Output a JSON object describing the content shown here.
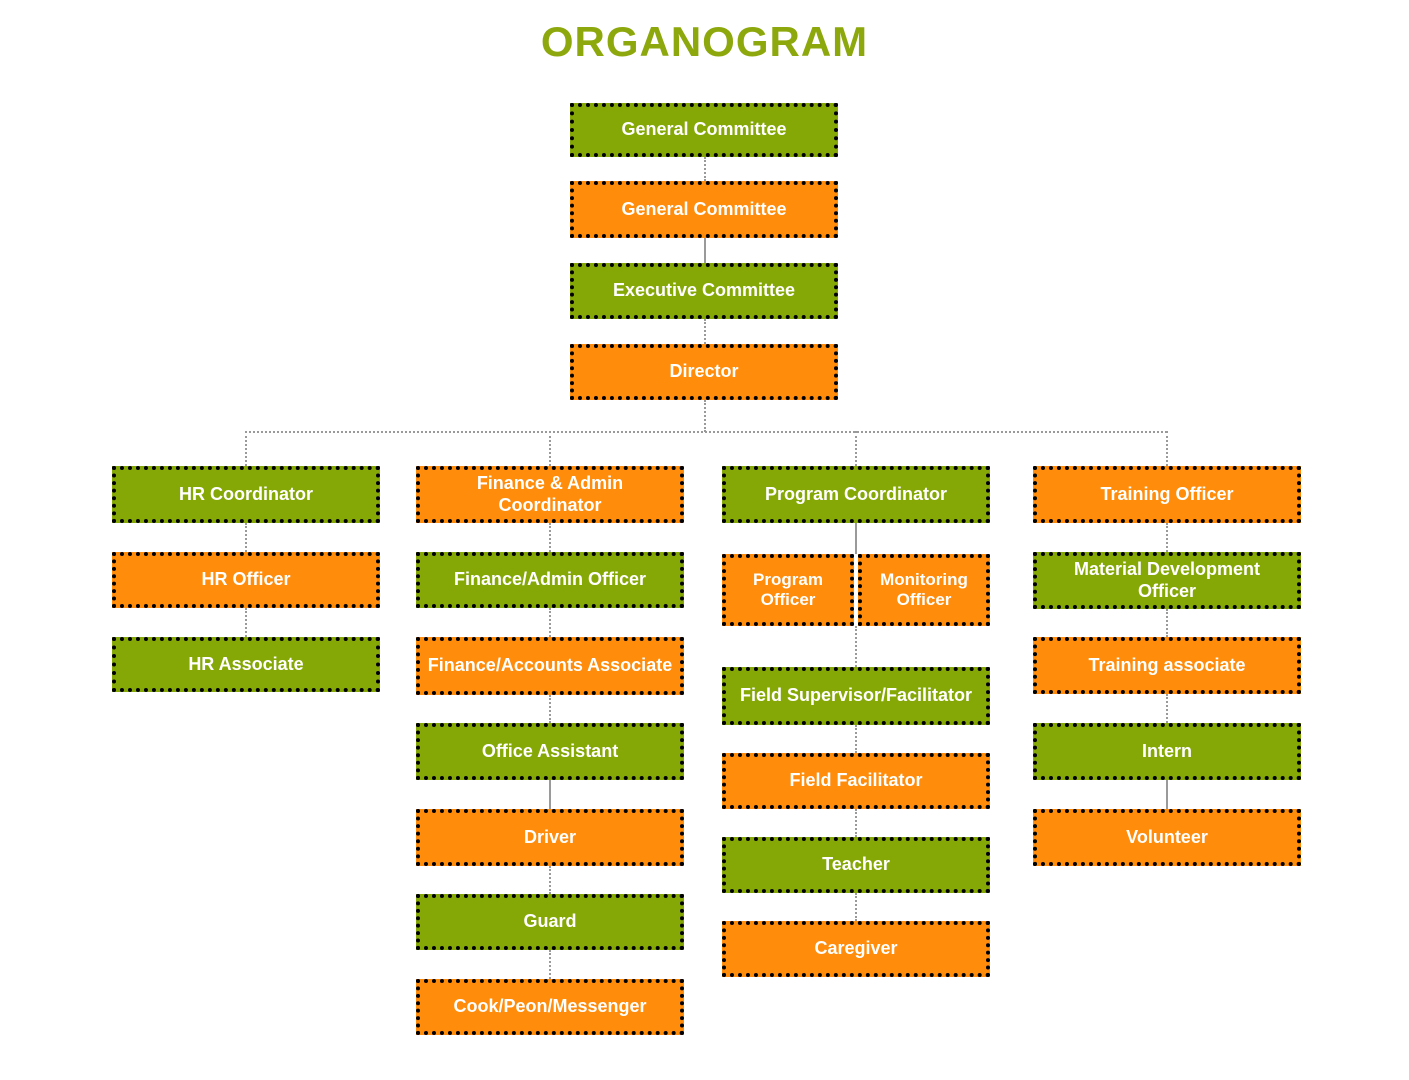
{
  "title": "ORGANOGRAM",
  "colors": {
    "green": "#85a806",
    "orange": "#ff8c0a",
    "title_green": "#8da80c",
    "border": "#000000",
    "connector": "#9a9a9a",
    "text": "#ffffff",
    "background": "#ffffff"
  },
  "chart_data": {
    "type": "diagram",
    "title": "ORGANOGRAM",
    "layout": "organizational-chart",
    "spine": [
      {
        "id": "general-committee-1",
        "label": "General Committee",
        "color": "green"
      },
      {
        "id": "general-committee-2",
        "label": "General Committee",
        "color": "orange"
      },
      {
        "id": "executive-committee",
        "label": "Executive Committee",
        "color": "green"
      },
      {
        "id": "director",
        "label": "Director",
        "color": "orange"
      }
    ],
    "columns": [
      {
        "id": "hr",
        "head": "HR Coordinator",
        "nodes": [
          {
            "id": "hr-coordinator",
            "label": "HR Coordinator",
            "color": "green"
          },
          {
            "id": "hr-officer",
            "label": "HR Officer",
            "color": "orange"
          },
          {
            "id": "hr-associate",
            "label": "HR Associate",
            "color": "green"
          }
        ]
      },
      {
        "id": "finance-admin",
        "head": "Finance & Admin Coordinator",
        "nodes": [
          {
            "id": "finance-admin-coordinator",
            "label": "Finance & Admin Coordinator",
            "color": "orange"
          },
          {
            "id": "finance-admin-officer",
            "label": "Finance/Admin Officer",
            "color": "green"
          },
          {
            "id": "finance-accounts-associate",
            "label": "Finance/Accounts Associate",
            "color": "orange"
          },
          {
            "id": "office-assistant",
            "label": "Office Assistant",
            "color": "green"
          },
          {
            "id": "driver",
            "label": "Driver",
            "color": "orange"
          },
          {
            "id": "guard",
            "label": "Guard",
            "color": "green"
          },
          {
            "id": "cook-peon-messenger",
            "label": "Cook/Peon/Messenger",
            "color": "orange"
          }
        ]
      },
      {
        "id": "program",
        "head": "Program Coordinator",
        "nodes": [
          {
            "id": "program-coordinator",
            "label": "Program Coordinator",
            "color": "green"
          },
          {
            "id": "program-officer",
            "label": "Program Officer",
            "color": "orange"
          },
          {
            "id": "monitoring-officer",
            "label": "Monitoring Officer",
            "color": "orange"
          },
          {
            "id": "field-supervisor-facilitator",
            "label": "Field Supervisor/Facilitator",
            "color": "green"
          },
          {
            "id": "field-facilitator",
            "label": "Field Facilitator",
            "color": "orange"
          },
          {
            "id": "teacher",
            "label": "Teacher",
            "color": "green"
          },
          {
            "id": "caregiver",
            "label": "Caregiver",
            "color": "orange"
          }
        ]
      },
      {
        "id": "training",
        "head": "Training Officer",
        "nodes": [
          {
            "id": "training-officer",
            "label": "Training Officer",
            "color": "orange"
          },
          {
            "id": "material-development-officer",
            "label": "Material Development Officer",
            "color": "green"
          },
          {
            "id": "training-associate",
            "label": "Training associate",
            "color": "orange"
          },
          {
            "id": "intern",
            "label": "Intern",
            "color": "green"
          },
          {
            "id": "volunteer",
            "label": "Volunteer",
            "color": "orange"
          }
        ]
      }
    ]
  },
  "nodes": {
    "general_committee_1": "General Committee",
    "general_committee_2": "General Committee",
    "executive_committee": "Executive Committee",
    "director": "Director",
    "hr_coordinator": "HR Coordinator",
    "hr_officer": "HR Officer",
    "hr_associate": "HR Associate",
    "finance_admin_coordinator": "Finance & Admin Coordinator",
    "finance_admin_officer": "Finance/Admin Officer",
    "finance_accounts_associate": "Finance/Accounts Associate",
    "office_assistant": "Office Assistant",
    "driver": "Driver",
    "guard": "Guard",
    "cook_peon_messenger": "Cook/Peon/Messenger",
    "program_coordinator": "Program Coordinator",
    "program_officer": "Program Officer",
    "monitoring_officer": "Monitoring Officer",
    "field_supervisor_facilitator": "Field Supervisor/Facilitator",
    "field_facilitator": "Field Facilitator",
    "teacher": "Teacher",
    "caregiver": "Caregiver",
    "training_officer": "Training Officer",
    "material_development_officer": "Material Development Officer",
    "training_associate": "Training associate",
    "intern": "Intern",
    "volunteer": "Volunteer"
  }
}
